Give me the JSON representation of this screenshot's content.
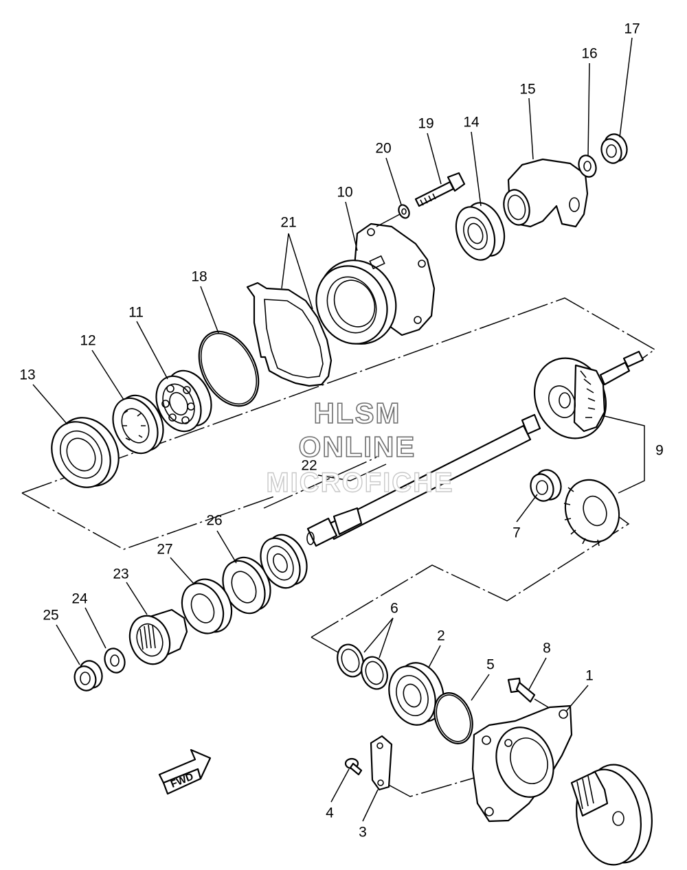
{
  "callouts": [
    {
      "id": "1",
      "label": "1"
    },
    {
      "id": "2",
      "label": "2"
    },
    {
      "id": "3",
      "label": "3"
    },
    {
      "id": "4",
      "label": "4"
    },
    {
      "id": "5",
      "label": "5"
    },
    {
      "id": "6",
      "label": "6"
    },
    {
      "id": "7",
      "label": "7"
    },
    {
      "id": "8",
      "label": "8"
    },
    {
      "id": "9",
      "label": "9"
    },
    {
      "id": "10",
      "label": "10"
    },
    {
      "id": "11",
      "label": "11"
    },
    {
      "id": "12",
      "label": "12"
    },
    {
      "id": "13",
      "label": "13"
    },
    {
      "id": "14",
      "label": "14"
    },
    {
      "id": "15",
      "label": "15"
    },
    {
      "id": "16",
      "label": "16"
    },
    {
      "id": "17",
      "label": "17"
    },
    {
      "id": "18",
      "label": "18"
    },
    {
      "id": "19",
      "label": "19"
    },
    {
      "id": "20",
      "label": "20"
    },
    {
      "id": "21",
      "label": "21"
    },
    {
      "id": "22",
      "label": "22"
    },
    {
      "id": "23",
      "label": "23"
    },
    {
      "id": "24",
      "label": "24"
    },
    {
      "id": "25",
      "label": "25"
    },
    {
      "id": "26",
      "label": "26"
    },
    {
      "id": "27",
      "label": "27"
    }
  ],
  "watermark": {
    "line1": "HLSM",
    "line2": "ONLINE",
    "line3": "MICROFICHE"
  },
  "fwd_label": "FWD"
}
